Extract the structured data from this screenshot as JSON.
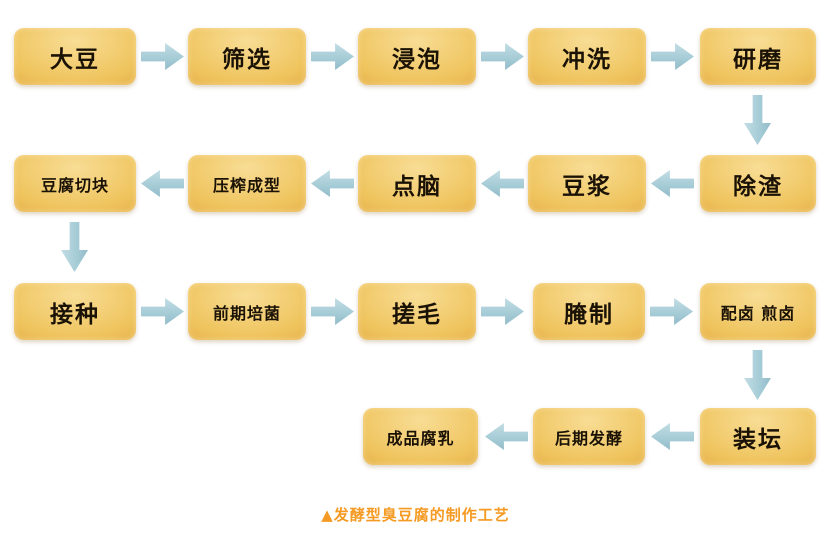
{
  "caption": "▲发酵型臭豆腐的制作工艺",
  "rows": [
    {
      "direction": "right",
      "nodes": [
        "大豆",
        "筛选",
        "浸泡",
        "冲洗",
        "研磨"
      ]
    },
    {
      "direction": "left",
      "nodes": [
        "豆腐切块",
        "压榨成型",
        "点脑",
        "豆浆",
        "除渣"
      ]
    },
    {
      "direction": "right",
      "nodes": [
        "接种",
        "前期培菌",
        "搓毛",
        "腌制",
        "配卤 煎卤"
      ]
    },
    {
      "direction": "left",
      "nodes": [
        "成品腐乳",
        "后期发酵",
        "装坛"
      ]
    }
  ],
  "colors": {
    "node_fill_light": "#f8dd95",
    "node_fill_dark": "#d8952c",
    "node_text": "#1b1206",
    "arrow": "#a4cbd6",
    "caption": "#f59a23",
    "background": "#ffffff"
  }
}
